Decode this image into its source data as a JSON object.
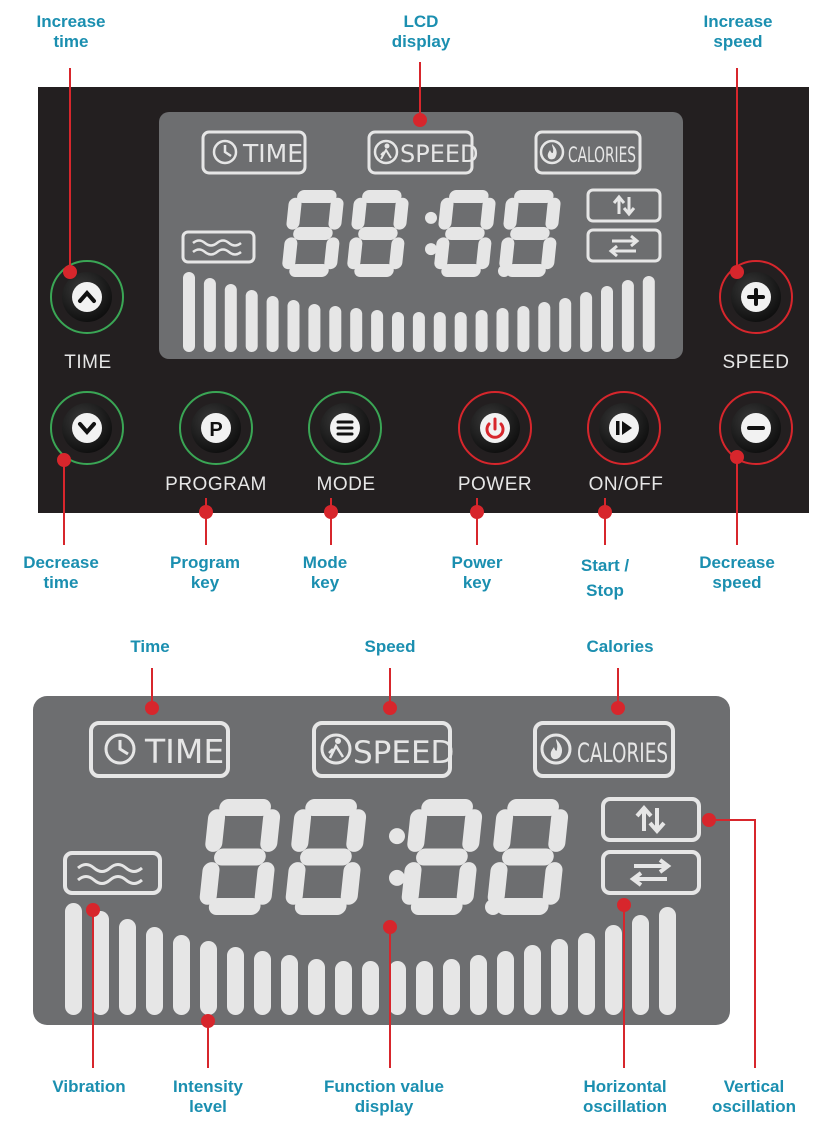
{
  "callouts_top": {
    "increase_time": "Increase\ntime",
    "lcd_display": "LCD\ndisplay",
    "increase_speed": "Increase\nspeed",
    "decrease_time": "Decrease\ntime",
    "program_key": "Program\nkey",
    "mode_key": "Mode\nkey",
    "power_key": "Power\nkey",
    "start_stop": "Start /\nStop",
    "decrease_speed": "Decrease\nspeed"
  },
  "panel": {
    "time_label": "TIME",
    "speed_label": "SPEED",
    "program_label": "PROGRAM",
    "mode_label": "MODE",
    "power_label": "POWER",
    "onoff_label": "ON/OFF",
    "program_glyph": "P"
  },
  "lcd": {
    "time_badge": "TIME",
    "speed_badge": "SPEED",
    "calories_badge": "CALORIES",
    "digits": "88:8.8"
  },
  "callouts_bottom": {
    "time": "Time",
    "speed": "Speed",
    "calories": "Calories",
    "vibration": "Vibration",
    "intensity_level": "Intensity\nlevel",
    "function_value_display": "Function value\ndisplay",
    "horizontal_oscillation": "Horizontal\noscillation",
    "vertical_oscillation": "Vertical\noscillation"
  },
  "colors": {
    "callout_text": "#1b8fb0",
    "leader_line": "#d7262c",
    "panel": "#231f20",
    "lcd": "#6d6e70",
    "segment": "#e6e6e6",
    "ring_green": "#3aa655",
    "ring_red": "#d7262c"
  }
}
